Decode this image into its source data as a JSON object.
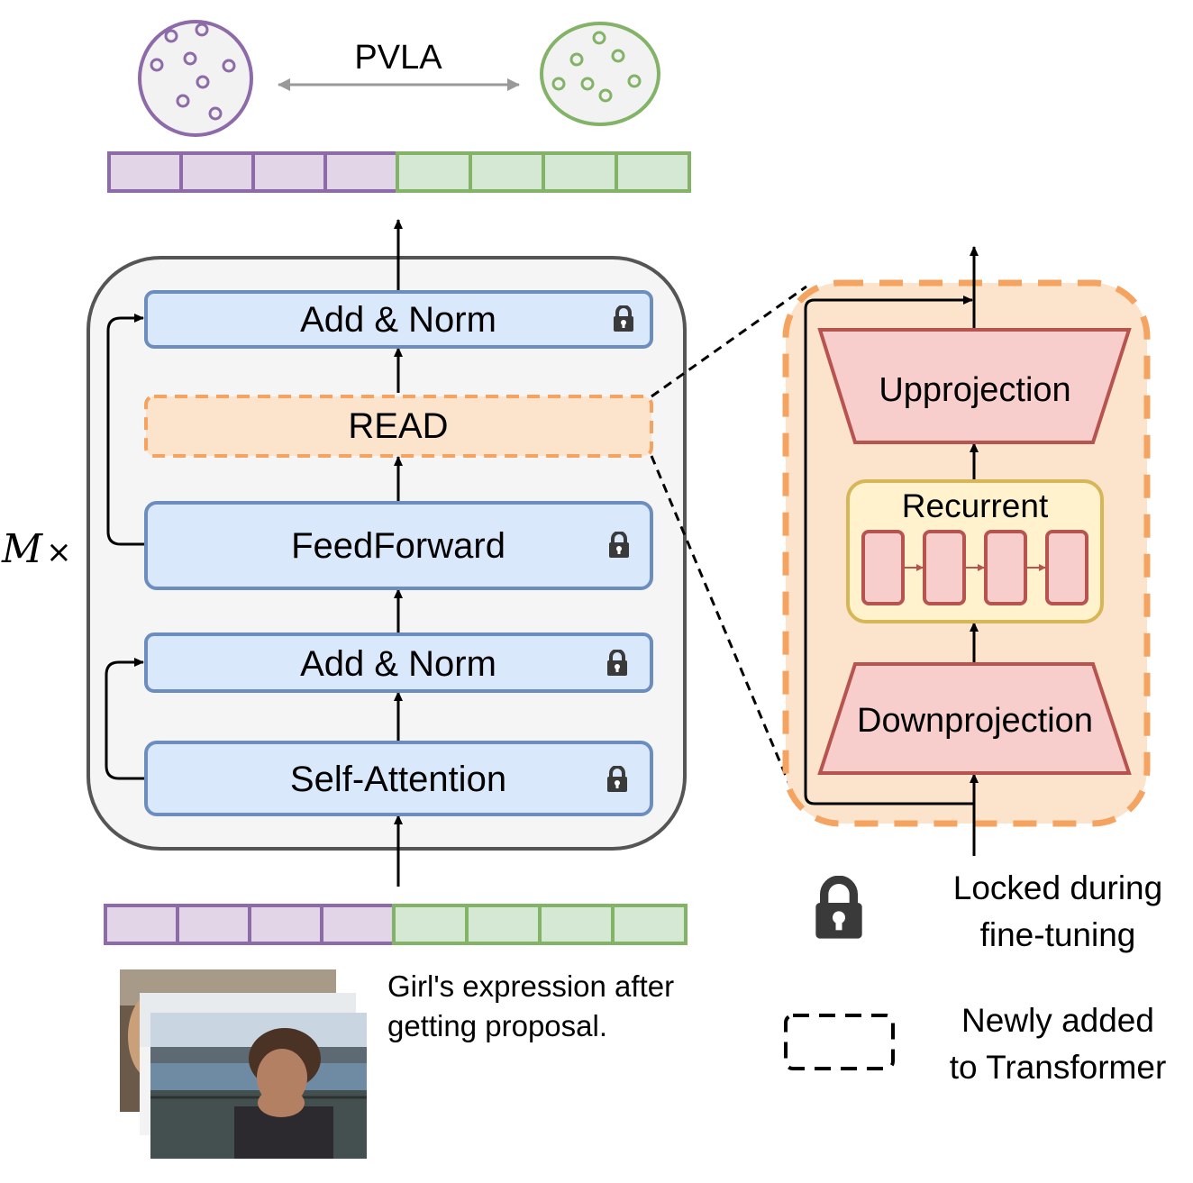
{
  "colors": {
    "purple_stroke": "#8d6aa8",
    "purple_fill": "#e1d5e7",
    "green_stroke": "#82b366",
    "green_fill": "#d5e8d4",
    "blue_stroke": "#6c8ebf",
    "blue_fill": "#dae8fc",
    "orange_stroke": "#f4a460",
    "orange_fill": "#fbe3cc",
    "red_stroke": "#b85450",
    "red_fill": "#f8cecc",
    "yellow_stroke": "#d6b656",
    "yellow_fill": "#fff2cc",
    "container_stroke": "#555555",
    "container_fill": "#f5f5f5"
  },
  "diagram": {
    "alignment_label": "PVLA",
    "repeat_label_var": "M",
    "repeat_label_op": "×",
    "blocks": {
      "add_norm_top": "Add & Norm",
      "read": "READ",
      "feedforward": "FeedForward",
      "add_norm_bottom": "Add & Norm",
      "self_attention": "Self-Attention"
    },
    "read_detail": {
      "upprojection": "Upprojection",
      "recurrent": "Recurrent",
      "downprojection": "Downprojection"
    },
    "caption": {
      "line1": "Girl's expression after",
      "line2": "getting proposal."
    },
    "legend": {
      "locked_line1": "Locked during",
      "locked_line2": "fine-tuning",
      "new_line1": "Newly added",
      "new_line2": "to Transformer"
    }
  }
}
